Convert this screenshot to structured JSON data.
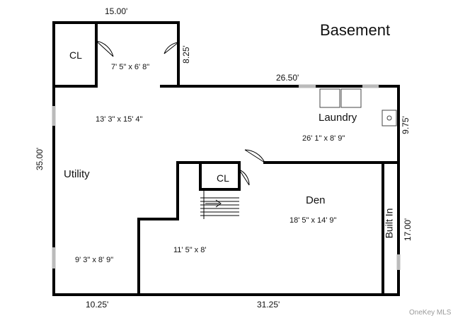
{
  "title": "Basement",
  "watermark": "OneKey MLS",
  "rooms": {
    "closet_left": {
      "name": "CL"
    },
    "closet_upper": {
      "size": "7' 5\" x 6' 8\""
    },
    "utility_upper": {
      "size": "13' 3\" x 15' 4\""
    },
    "laundry": {
      "name": "Laundry",
      "size": "26' 1\" x 8' 9\""
    },
    "utility": {
      "name": "Utility"
    },
    "utility_lower": {
      "size": "9' 3\" x 8' 9\""
    },
    "stair_closet": {
      "name": "CL"
    },
    "stair_area": {
      "size": "11' 5\" x 8'"
    },
    "den": {
      "name": "Den",
      "size": "18' 5\" x 14' 9\""
    },
    "built_in": {
      "name": "Built In"
    }
  },
  "dimensions": {
    "top_width": "15.00'",
    "closet_height": "8.25'",
    "laundry_width": "26.50'",
    "laundry_height": "9.75'",
    "total_height": "35.00'",
    "den_height": "17.00'",
    "bottom_left": "10.25'",
    "bottom_right": "31.25'"
  },
  "colors": {
    "wall": "#000000",
    "window": "#bbbbbb",
    "background": "#ffffff"
  }
}
